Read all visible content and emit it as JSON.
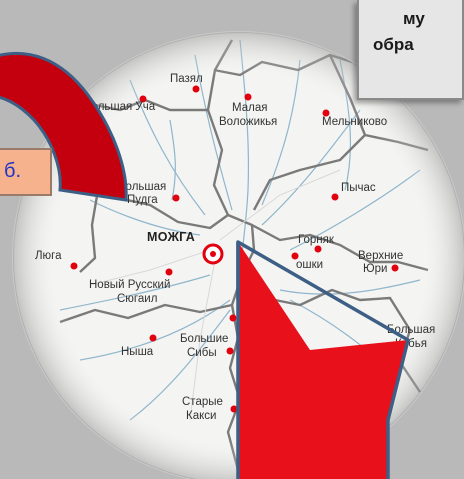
{
  "map": {
    "places": {
      "pazyal": "Пазял",
      "bolshaya_ucha": "Большая Уча",
      "malaya_1": "Малая",
      "malaya_2": "Воложикья",
      "melnikovo": "Мельниково",
      "bolshaya_pudga_1": "Большая",
      "bolshaya_pudga_2": "Пудга",
      "pychas": "Пычас",
      "mozhga": "МОЖГА",
      "gornyak": "Горняк",
      "lyuga": "Люга",
      "verkhnie_1": "Верхние",
      "verkhnie_2": "Юри",
      "oshki": "ошки",
      "novy_russky_1": "Новый Русский",
      "novy_russky_2": "Сюгаил",
      "bolshaya_kibya_1": "Большая",
      "bolshaya_kibya_2": "Кибья",
      "nysha": "Ныша",
      "bolshie_siby_1": "Большие",
      "bolshie_siby_2": "Сибы",
      "starye_1": "Старые",
      "starye_2": "Какси"
    }
  },
  "callout": {
    "line1": "му",
    "line2": "обра"
  },
  "chip": {
    "text": "б."
  },
  "colors": {
    "arrow_red": "#e8101a",
    "arc_red": "#c4000e",
    "arrow_outline": "#3d5f86",
    "city_red": "#e0000e"
  }
}
